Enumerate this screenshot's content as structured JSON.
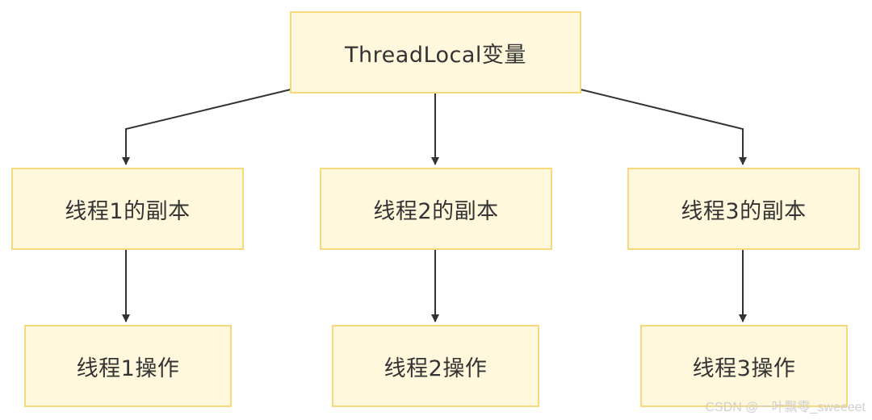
{
  "diagram": {
    "root": {
      "label": "ThreadLocal变量"
    },
    "copies": [
      {
        "label": "线程1的副本"
      },
      {
        "label": "线程2的副本"
      },
      {
        "label": "线程3的副本"
      }
    ],
    "operations": [
      {
        "label": "线程1操作"
      },
      {
        "label": "线程2操作"
      },
      {
        "label": "线程3操作"
      }
    ],
    "edges": [
      {
        "from": "ThreadLocal变量",
        "to": "线程1的副本"
      },
      {
        "from": "ThreadLocal变量",
        "to": "线程2的副本"
      },
      {
        "from": "ThreadLocal变量",
        "to": "线程3的副本"
      },
      {
        "from": "线程1的副本",
        "to": "线程1操作"
      },
      {
        "from": "线程2的副本",
        "to": "线程2操作"
      },
      {
        "from": "线程3的副本",
        "to": "线程3操作"
      }
    ]
  },
  "colors": {
    "node_fill": "#fff8dc",
    "node_border": "#f5d97a",
    "edge": "#333333",
    "text": "#333333"
  },
  "watermark": "CSDN @一叶飘零_sweeeet"
}
